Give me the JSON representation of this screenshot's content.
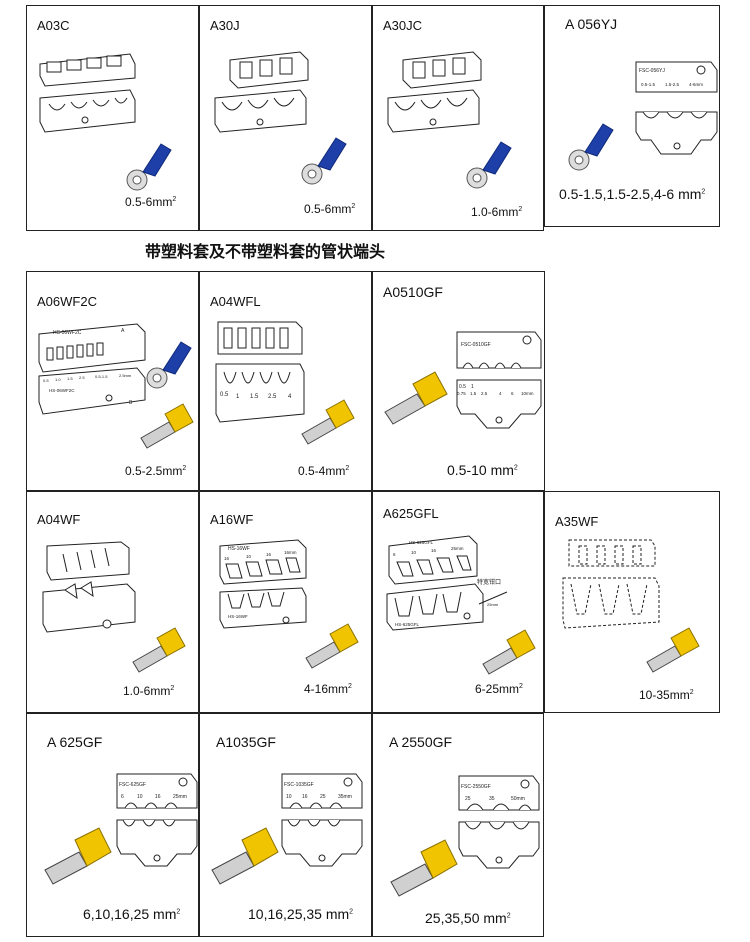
{
  "heading": "带塑料套及不带塑料套的管状端头",
  "unit_sup": "2",
  "cells": {
    "a03c": {
      "code": "A03C",
      "range": "0.5-6mm"
    },
    "a30j": {
      "code": "A30J",
      "range": "0.5-6mm"
    },
    "a30jc": {
      "code": "A30JC",
      "range": "1.0-6mm"
    },
    "a056yj": {
      "code": "A 056YJ",
      "range": "0.5-1.5,1.5-2.5,4-6 mm",
      "die_label": "FSC-056YJ",
      "die_sizes": [
        "0.5-1.5",
        "1.5-2.5",
        "4-6mm"
      ]
    },
    "a06wf2c": {
      "code": "A06WF2C",
      "range": "0.5-2.5mm",
      "die_label_top": "HS-06WF2C",
      "die_label_bottom": "HS-06WF2C",
      "die_mark": "A",
      "die_mark_b": "B",
      "die_sizes": [
        "0.5",
        "1.0",
        "1.5",
        "2.5",
        "0.5-1.5",
        "2.5mm"
      ]
    },
    "a04wfl": {
      "code": "A04WFL",
      "range": "0.5-4mm",
      "die_sizes": [
        "0.5",
        "1",
        "1.5",
        "2.5",
        "4"
      ]
    },
    "a0510gf": {
      "code": "A0510GF",
      "range": "0.5-10 mm",
      "die_label": "FSC-0510GF",
      "die_row1": [
        "0.5",
        "1"
      ],
      "die_row2": [
        "0.75",
        "1.5",
        "2.5",
        "4",
        "6",
        "10mm"
      ]
    },
    "a04wf": {
      "code": "A04WF",
      "range": "1.0-6mm"
    },
    "a16wf": {
      "code": "A16WF",
      "range": "4-16mm",
      "die_label_top": "HS-16WF",
      "die_label_bottom": "HS-16WF",
      "die_sizes": [
        "16",
        "10",
        "16",
        "16mm"
      ]
    },
    "a625gfl": {
      "code": "A625GFL",
      "range": "6-25mm",
      "die_label_top": "HS-625GFL",
      "die_label_bottom": "HS-625GFL",
      "die_sizes": [
        "6",
        "10",
        "16",
        "25mm"
      ],
      "callout": "特宽钳口",
      "side_label": "25mm"
    },
    "a35wf": {
      "code": "A35WF",
      "range": "10-35mm"
    },
    "a625gf": {
      "code": "A 625GF",
      "range": "6,10,16,25 mm",
      "die_label": "FSC-625GF",
      "die_sizes": [
        "6",
        "10",
        "16",
        "25mm"
      ]
    },
    "a1035gf": {
      "code": "A1035GF",
      "range": "10,16,25,35 mm",
      "die_label": "FSC-1035GF",
      "die_sizes": [
        "10",
        "16",
        "25",
        "35mm"
      ]
    },
    "a2550gf": {
      "code": "A 2550GF",
      "range": "25,35,50 mm",
      "die_label": "FSC-2550GF",
      "die_sizes": [
        "25",
        "35",
        "50mm"
      ]
    }
  },
  "colors": {
    "insulated_terminal": "#1e3fa8",
    "ferrule_sleeve": "#f0c400",
    "line": "#222222"
  }
}
